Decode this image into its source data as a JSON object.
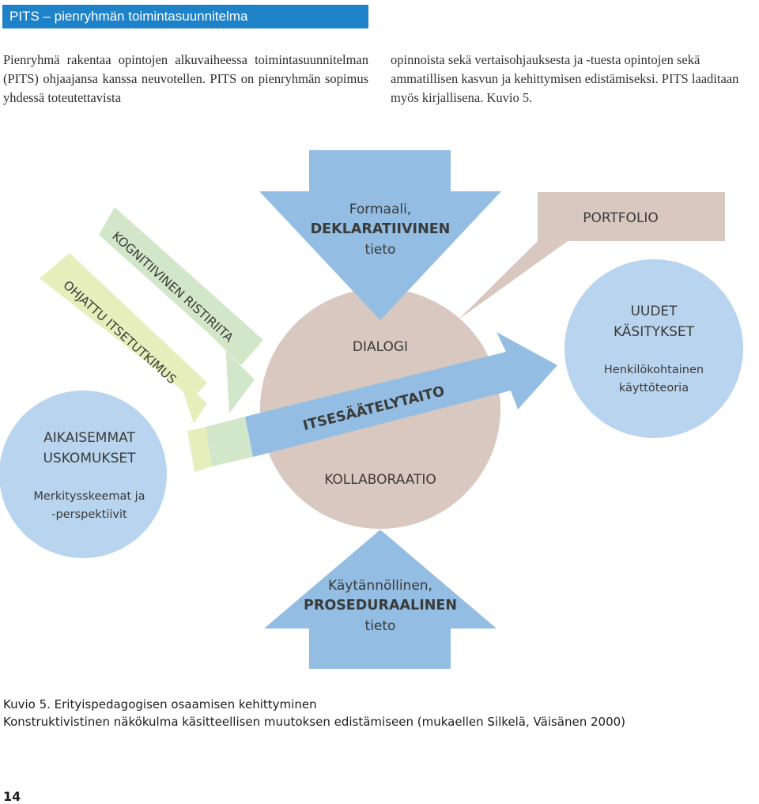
{
  "header": {
    "title": "PITS – pienryhmän toimintasuunnitelma"
  },
  "intro": {
    "left_html": "Pienryhmä rakentaa opintojen alkuvaiheessa toimin&shy;tasuunnitelman (PITS) ohjaajansa kanssa neuvotellen. PITS on pienryhmän sopimus yhdessä toteutettavista",
    "left": "Pienryhmä rakentaa opintojen alkuvaiheessa toimin-tasuunnitelman (PITS) ohjaajansa kanssa neuvotellen. PITS on pienryhmän sopimus yhdessä toteutettavista",
    "right": "opinnoista sekä vertaisohjauksesta ja -tuesta opintojen sekä ammatillisen kasvun ja kehittymisen edistämiseksi. PITS laaditaan myös kirjallisena. Kuvio 5."
  },
  "diagram": {
    "top_arrow": {
      "line1": "Formaali,",
      "line2": "DEKLARATIIVINEN",
      "line3": "tieto"
    },
    "bottom_arrow": {
      "line1": "Käytännöllinen,",
      "line2": "PROSEDURAALINEN",
      "line3": "tieto"
    },
    "center": {
      "dialogi": "DIALOGI",
      "itsesaately": "ITSESÄÄTELYTAITO",
      "kollaboraatio": "KOLLABORAATIO"
    },
    "left_circle": {
      "line1": "AIKAISEMMAT",
      "line2": "USKOMUKSET",
      "line3": "Merkitysskeemat ja",
      "line4": "-perspektiivit"
    },
    "right_circle": {
      "line1": "UUDET",
      "line2": "KÄSITYKSET",
      "line3": "Henkilökohtainen",
      "line4": "käyttöteoria"
    },
    "portfolio": "PORTFOLIO",
    "band_outer": "KOGNITIIVINEN RISTIRIITA",
    "band_inner": "OHJATTU ITSETUTKIMUS",
    "colors": {
      "blue": "#93bde3",
      "light_blue_circle": "#b9d4ee",
      "beige": "#d8c8c0",
      "green": "#d2e6c9",
      "yellow_green": "#e6efbb"
    }
  },
  "caption": {
    "line1": "Kuvio 5. Erityispedagogisen osaamisen kehittyminen",
    "line2": "Konstruktivistinen näkökulma käsitteellisen muutoksen edistämiseen (mukaellen Silkelä, Väisänen 2000)"
  },
  "page_number": "14"
}
